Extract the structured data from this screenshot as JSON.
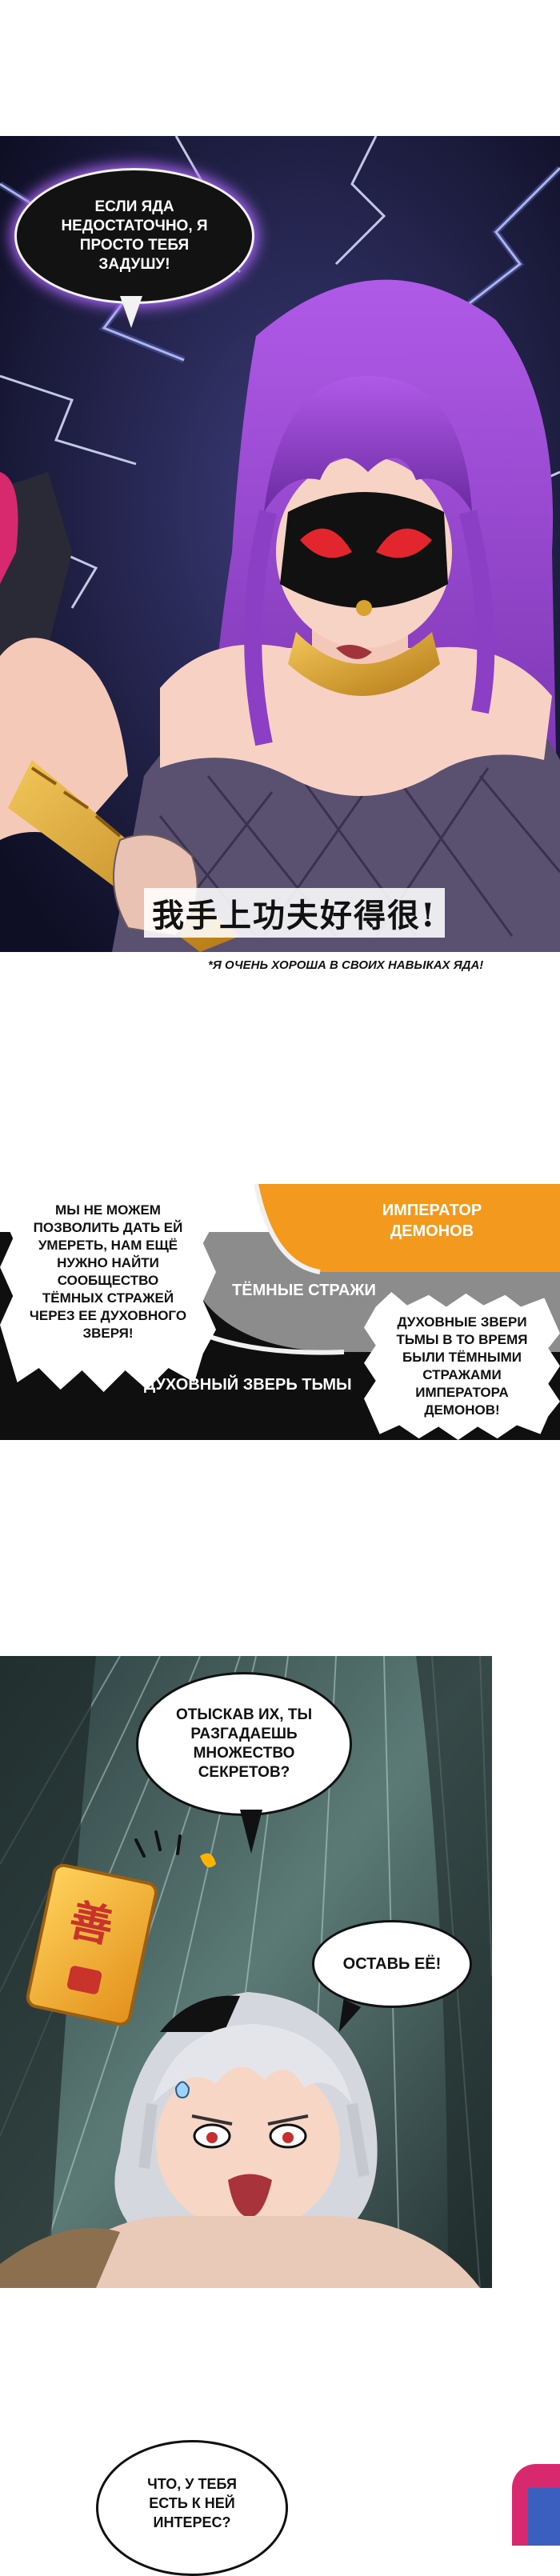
{
  "panel1": {
    "bubble": "ЕСЛИ ЯДА НЕДОСТАТОЧНО, Я ПРОСТО ТЕБЯ ЗАДУШУ!",
    "sfx_cn": "我手上功夫好得很!",
    "sfx_note": "*Я ОЧЕНЬ ХОРОША В СВОИХ НАВЫКАХ ЯДА!"
  },
  "panel2": {
    "bubble_left": "МЫ НЕ МОЖЕМ ПОЗВОЛИТЬ ДАТЬ ЕЙ УМЕРЕТЬ, НАМ ЕЩЁ НУЖНО НАЙТИ СООБЩЕСТВО ТЁМНЫХ СТРАЖЕЙ ЧЕРЕЗ ЕЕ ДУХОВНОГО ЗВЕРЯ!",
    "label_emperor": "ИМПЕРАТОР ДЕМОНОВ",
    "label_guards": "ТЁМНЫЕ СТРАЖИ",
    "label_beast": "ДУХОВНЫЙ ЗВЕРЬ ТЬМЫ",
    "bubble_right": "ДУХОВНЫЕ ЗВЕРИ ТЬМЫ В ТО ВРЕМЯ БЫЛИ ТЁМНЫМИ СТРАЖАМИ ИМПЕРАТОРА ДЕМОНОВ!"
  },
  "panel3": {
    "bubble_top": "ОТЫСКАВ ИХ, ТЫ РАЗГАДАЕШЬ МНОЖЕСТВО СЕКРЕТОВ?",
    "bubble_right": "ОСТАВЬ ЕЁ!",
    "sign_glyph": "善"
  },
  "panel4": {
    "bubble": "ЧТО, У ТЕБЯ ЕСТЬ К НЕЙ ИНТЕРЕС?"
  },
  "colors": {
    "storm_bg": "#1b1b3e",
    "lightning": "#dfe6ff",
    "hair": "#8a3fc4",
    "mask": "#111111",
    "mask_eye": "#e3262e",
    "gold": "#d9a22c",
    "orange_band": "#f39a1e",
    "grey_band": "#8c8c8c",
    "forest": "#3f5a5a"
  }
}
